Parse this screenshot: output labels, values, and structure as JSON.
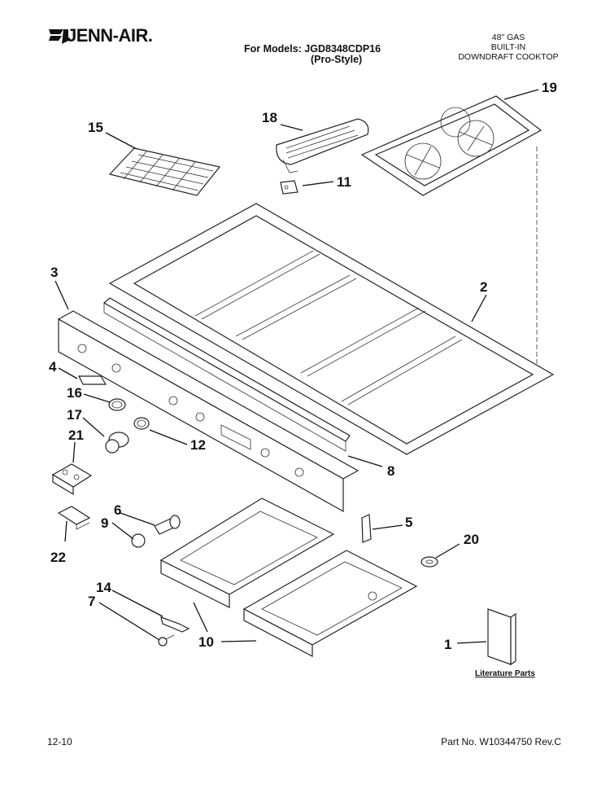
{
  "header": {
    "brand": "JENN-AIR.",
    "models_line1": "For Models: JGD8348CDP16",
    "models_line2": "(Pro-Style)",
    "description": [
      "48\" GAS",
      "BUILT-IN",
      "DOWNDRAFT COOKTOP"
    ]
  },
  "callouts": {
    "c1": "1",
    "c2": "2",
    "c3": "3",
    "c4": "4",
    "c5": "5",
    "c6": "6",
    "c7": "7",
    "c8": "8",
    "c9": "9",
    "c10": "10",
    "c11": "11",
    "c12": "12",
    "c14": "14",
    "c15": "15",
    "c16": "16",
    "c17": "17",
    "c18": "18",
    "c19": "19",
    "c20": "20",
    "c21": "21",
    "c22": "22"
  },
  "literature_label": "Literature Parts",
  "footer": {
    "date": "12-10",
    "part_no": "Part No. W10344750 Rev.C"
  }
}
